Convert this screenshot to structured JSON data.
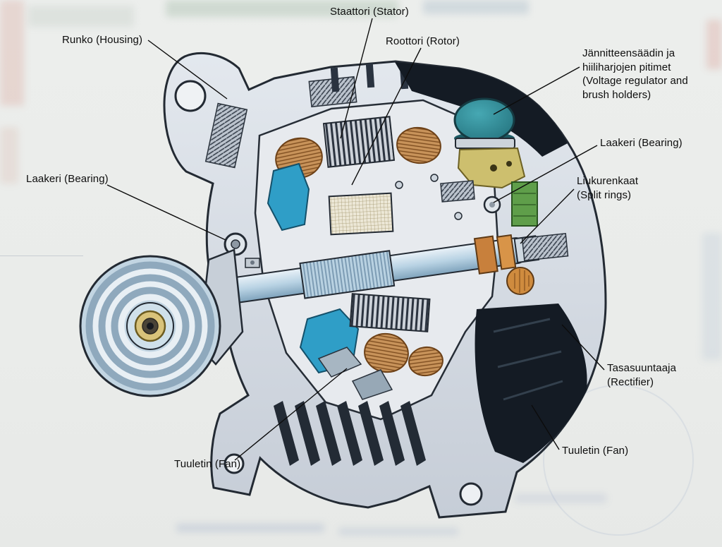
{
  "diagram": {
    "illustration": "alternator-cutaway",
    "labels": {
      "housing": "Runko (Housing)",
      "stator": "Staattori (Stator)",
      "rotor": "Roottori (Rotor)",
      "regulator": "Jännitteensäädin ja\nhiiliharjojen pitimet\n(Voltage regulator and\nbrush holders)",
      "bearing_right": "Laakeri (Bearing)",
      "split_rings": "Liukurenkaat\n(Split rings)",
      "bearing_left": "Laakeri (Bearing)",
      "rectifier": "Tasasuuntaaja\n(Rectifier)",
      "fan_right": "Tuuletin (Fan)",
      "fan_left": "Tuuletin (Fan)"
    },
    "palette": {
      "housing_gray": "#d8dee6",
      "outline": "#232a33",
      "dark_end": "#141b24",
      "copper_winding": "#c8935a",
      "blue_part": "#2f9ec7",
      "regulator_teal": "#2c8793",
      "rectifier_green": "#5f9e4a",
      "slip_ring_orange": "#c8803c",
      "shaft_blue": "#b9d3e4",
      "pulley_blue": "#c2d5e2",
      "label_text": "#0e0e0e"
    }
  }
}
